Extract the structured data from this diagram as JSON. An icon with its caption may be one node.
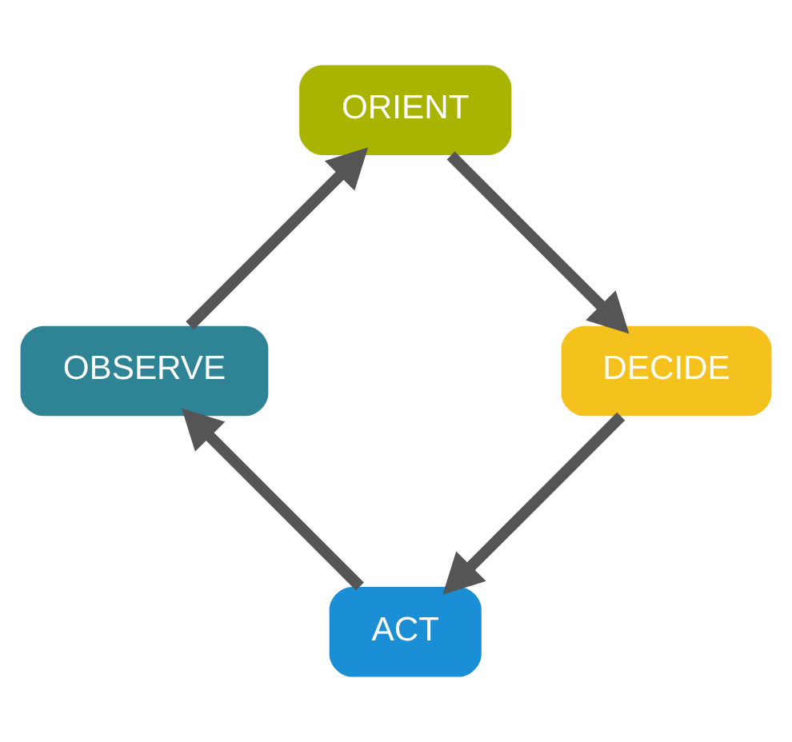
{
  "diagram": {
    "nodes": [
      {
        "text": [
          "ACT"
        ]
      },
      {
        "text": [
          "OBSERVE"
        ]
      },
      {
        "text": [
          "DECIDE"
        ]
      },
      {
        "text": [
          "ORIENT"
        ]
      }
    ],
    "edges": [
      {
        "from": 0,
        "to": 1,
        "arrow": "to"
      },
      {
        "from": 1,
        "to": 3,
        "arrow": "to"
      },
      {
        "from": 3,
        "to": 2,
        "arrow": "to"
      },
      {
        "from": 2,
        "to": 0,
        "arrow": "to"
      }
    ]
  }
}
